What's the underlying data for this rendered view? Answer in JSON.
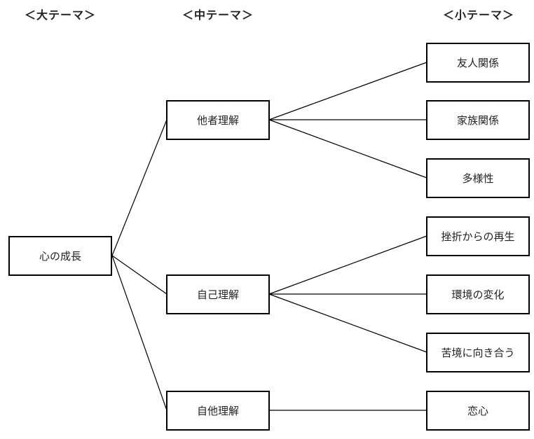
{
  "headers": {
    "large": "＜大テーマ＞",
    "medium": "＜中テーマ＞",
    "small": "＜小テーマ＞"
  },
  "large_theme": {
    "label": "心の成長"
  },
  "medium_themes": [
    {
      "label": "他者理解"
    },
    {
      "label": "自己理解"
    },
    {
      "label": "自他理解"
    }
  ],
  "small_themes": [
    {
      "label": "友人関係",
      "parent": 0
    },
    {
      "label": "家族関係",
      "parent": 0
    },
    {
      "label": "多様性",
      "parent": 0
    },
    {
      "label": "挫折からの再生",
      "parent": 1
    },
    {
      "label": "環境の変化",
      "parent": 1
    },
    {
      "label": "苦境に向き合う",
      "parent": 1
    },
    {
      "label": "恋心",
      "parent": 2
    }
  ],
  "colors": {
    "line": "#000000",
    "border": "#000000",
    "background": "#ffffff"
  }
}
